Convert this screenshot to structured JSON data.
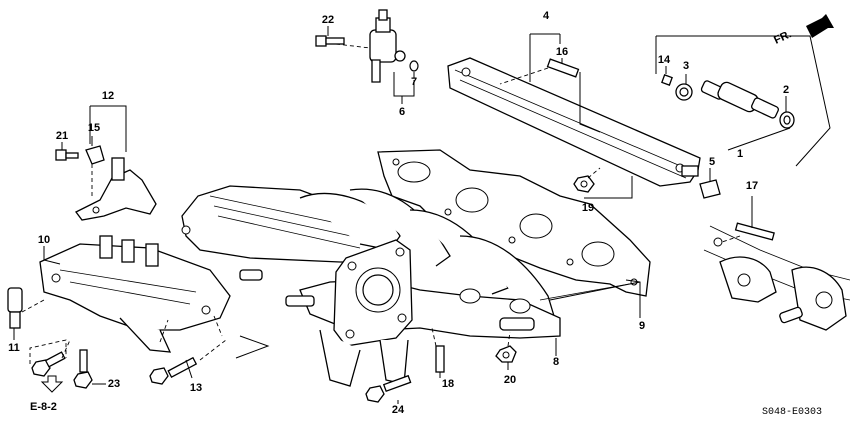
{
  "diagram": {
    "callouts": [
      "1",
      "2",
      "3",
      "4",
      "5",
      "6",
      "7",
      "8",
      "9",
      "10",
      "11",
      "12",
      "13",
      "14",
      "15",
      "16",
      "17",
      "18",
      "19",
      "20",
      "21",
      "22",
      "23",
      "24"
    ],
    "direction_label": "FR.",
    "section_ref": "E-8-2",
    "drawing_code": "S048-E0303"
  }
}
